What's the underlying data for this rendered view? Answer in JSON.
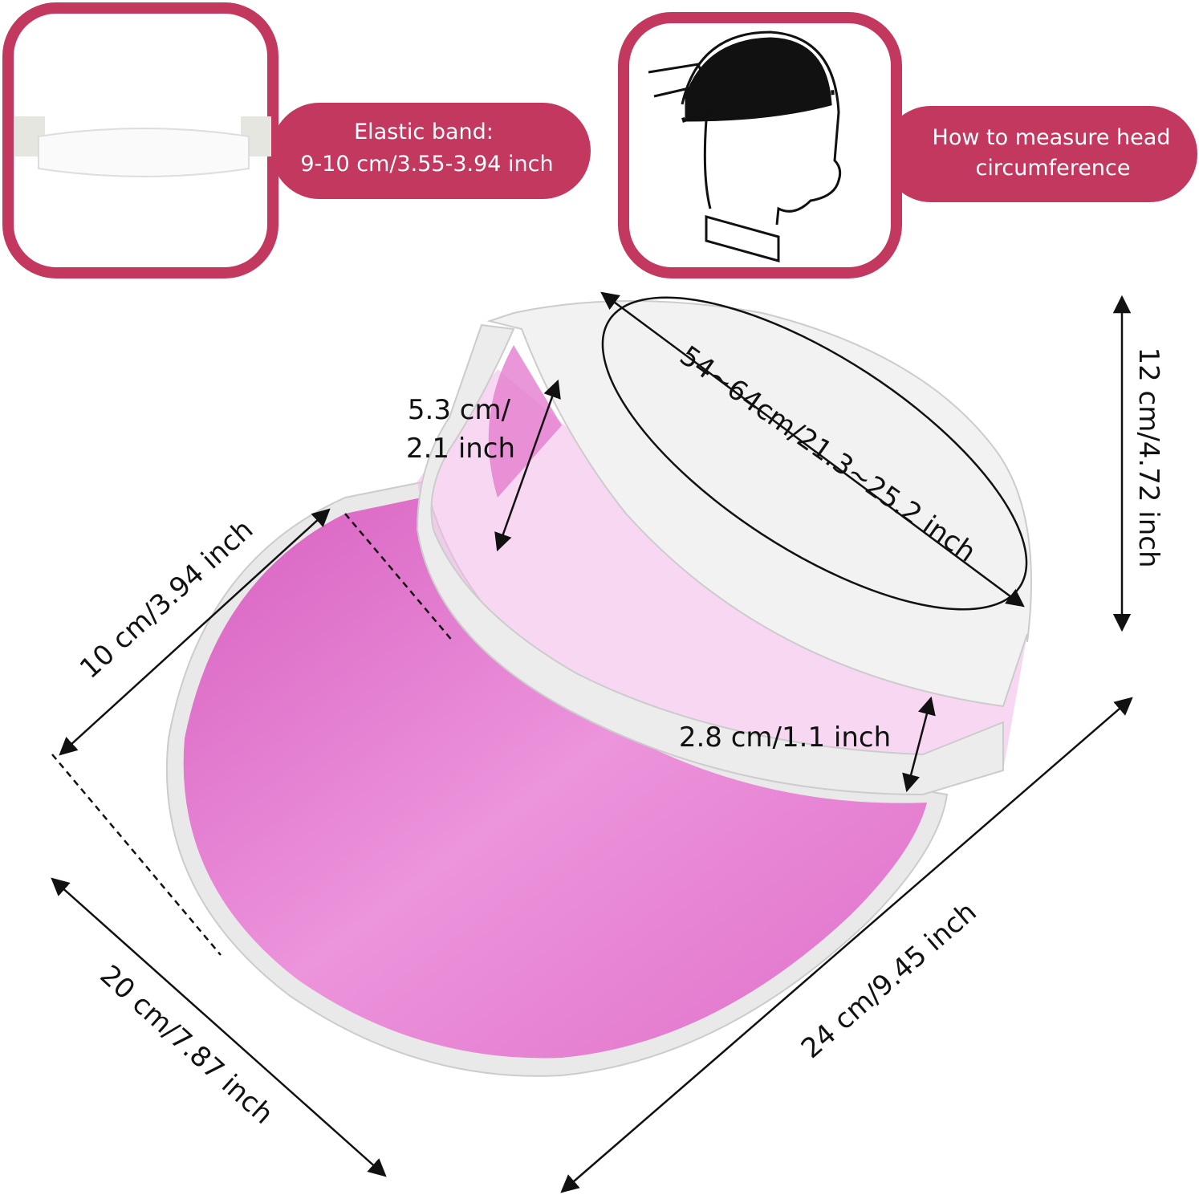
{
  "callouts": {
    "elastic_band": {
      "line1": "Elastic band:",
      "line2": "9-10 cm/3.55-3.94 inch"
    },
    "head_measure": {
      "line1": "How to measure head",
      "line2": "circumference"
    }
  },
  "dimensions": {
    "brim_depth": "10 cm/3.94 inch",
    "brim_width": "20 cm/7.87 inch",
    "total_length": "24 cm/9.45 inch",
    "height": "12 cm/4.72 inch",
    "head_circumference": "54~64cm/21.3~25.2 inch",
    "front_height_line1": "5.3 cm/",
    "front_height_line2": "2.1 inch",
    "band_width": "2.8 cm/1.1 inch"
  },
  "colors": {
    "accent": "#c3385f",
    "visor": "#e276cc",
    "trim": "#e9e9e9"
  }
}
